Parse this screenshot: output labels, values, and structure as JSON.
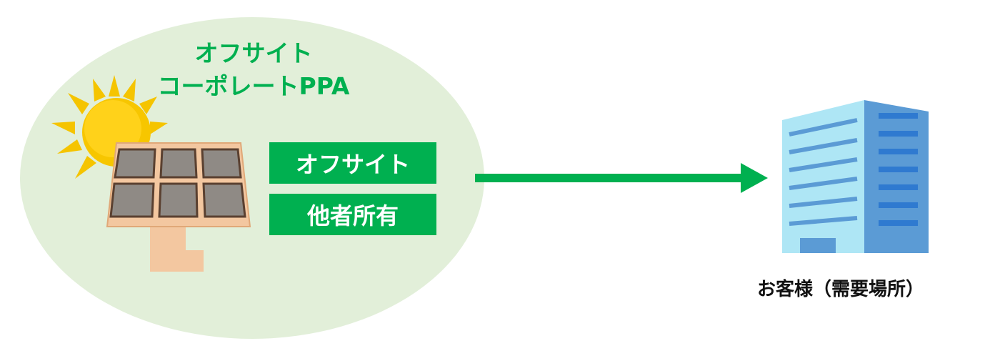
{
  "title": {
    "line1": "オフサイト",
    "line2": "コーポレートPPA"
  },
  "boxes": [
    "オフサイト",
    "他者所有"
  ],
  "customer_label": "お客様（需要場所）",
  "colors": {
    "green": "#00b050",
    "ellipse": "#e2efd9"
  }
}
